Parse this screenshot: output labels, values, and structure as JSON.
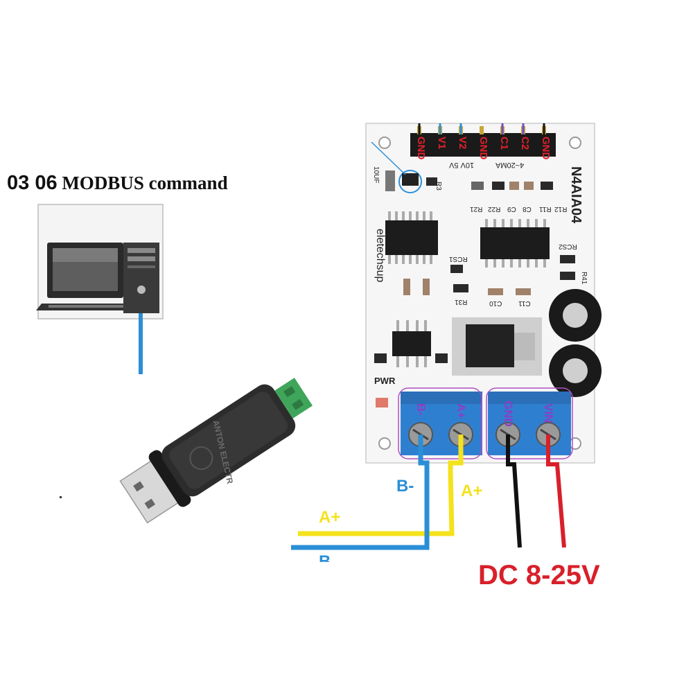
{
  "title": {
    "prefix": "03 06",
    "suffix": "MODBUS command"
  },
  "pc_label": "PC",
  "board": {
    "model": "N4AIA04",
    "brand": "eletechsup",
    "header_pins": [
      "GND",
      "V1",
      "V2",
      "GND",
      "C1",
      "C2",
      "GND"
    ],
    "pin_notes": {
      "voltage": "10V 5V",
      "current": "4~20MA"
    },
    "silkscreen": [
      "10UF",
      "R3",
      "RCS1",
      "RCS2",
      "R31",
      "R41",
      "C10",
      "C11",
      "R21",
      "R22",
      "R11",
      "R12",
      "C9",
      "C8",
      "PWR"
    ],
    "terminals": [
      "B-",
      "A+",
      "GND",
      "VIN"
    ]
  },
  "usb_dongle_text": "ANTON ELECTR",
  "wires": {
    "a_plus_left": "A+",
    "a_plus_right": "A+",
    "b_minus_right": "B-",
    "b_minus_left": "B"
  },
  "power_label": "DC 8-25V",
  "colors": {
    "wire_a": "#f4e21c",
    "wire_b": "#2a8fd6",
    "wire_gnd": "#111111",
    "wire_vin": "#d8202a",
    "terminal_block": "#2f7fd0",
    "pin_label": "#e0202a",
    "terminal_label": "#8a3fc4",
    "power_text": "#d8202a"
  }
}
